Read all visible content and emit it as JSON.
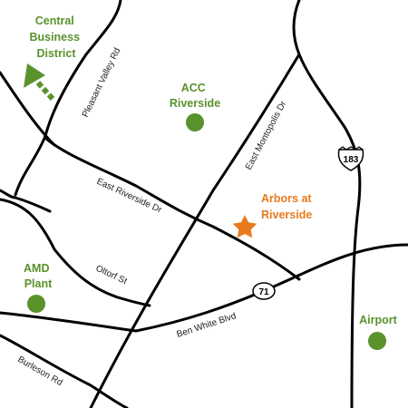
{
  "map": {
    "roads": {
      "pleasant_valley": "Pleasant Valley Rd",
      "east_montopolis": "East Montopolis Dr",
      "east_riverside": "East Riverside Dr",
      "oltorf": "Oltorf St",
      "ben_white": "Ben White Blvd",
      "burleson": "Burleson Rd"
    },
    "shields": {
      "us_183": "183",
      "hwy_71": "71"
    },
    "places": {
      "cbd": {
        "line1": "Central",
        "line2": "Business",
        "line3": "District"
      },
      "acc": {
        "line1": "ACC",
        "line2": "Riverside"
      },
      "arbors": {
        "line1": "Arbors at",
        "line2": "Riverside"
      },
      "amd": {
        "line1": "AMD",
        "line2": "Plant"
      },
      "airport": {
        "line1": "Airport"
      }
    },
    "colors": {
      "green": "#5a922c",
      "orange": "#e87a1d",
      "road": "#000000"
    },
    "icons": {
      "direction_arrow": "arrow-northwest-icon",
      "destination": "star-icon",
      "landmark": "green-dot-icon"
    }
  }
}
